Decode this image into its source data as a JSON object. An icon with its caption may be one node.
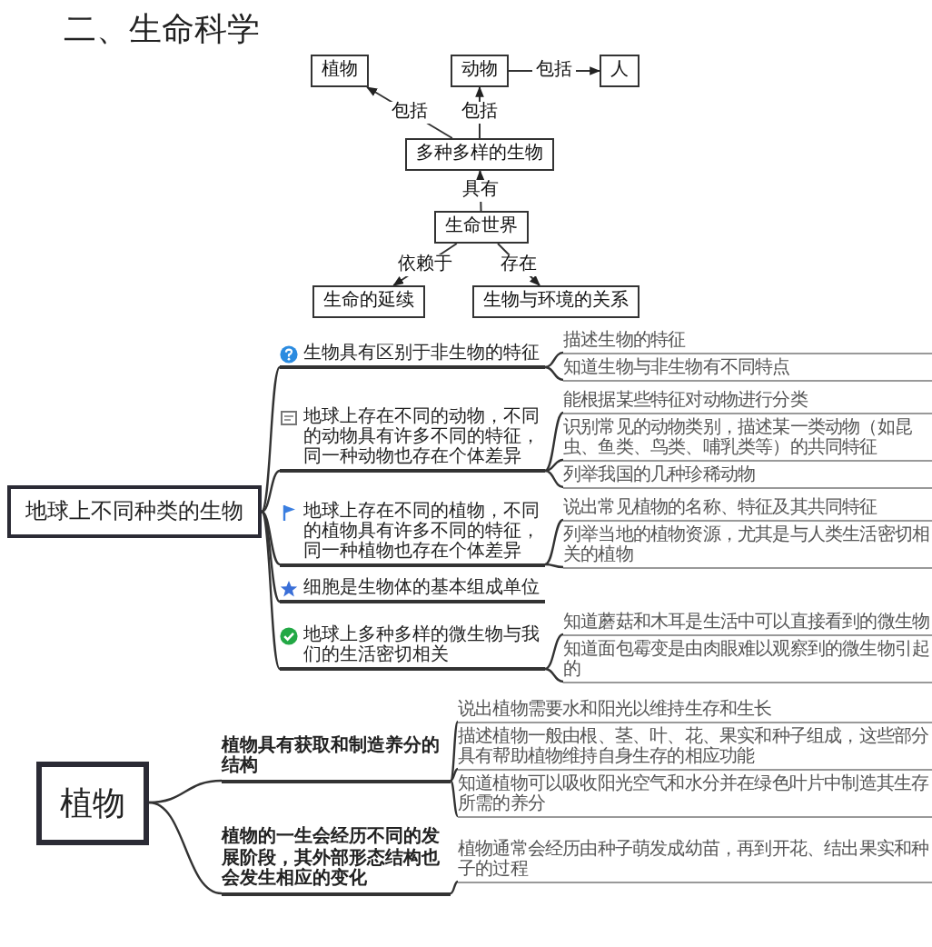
{
  "diagram": {
    "title": "二、生命科学",
    "nodes": [
      {
        "text": [
          "植物"
        ]
      },
      {
        "text": [
          "动物"
        ]
      },
      {
        "text": [
          "人"
        ]
      },
      {
        "text": [
          "多种多样的生物"
        ]
      },
      {
        "text": [
          "生命世界"
        ]
      },
      {
        "text": [
          "生命的延续"
        ]
      },
      {
        "text": [
          "生物与环境的关系"
        ]
      },
      {
        "text": [
          "地球上不同种类的生物"
        ]
      },
      {
        "text": [
          "生物具有区别于非生物的特征"
        ]
      },
      {
        "text": [
          "描述生物的特征"
        ]
      },
      {
        "text": [
          "知道生物与非生物有不同特点"
        ]
      },
      {
        "text": [
          "地球上存在不同的动物，不同的动物具有许多不同的特征，同一种动物也存在个体差异"
        ]
      },
      {
        "text": [
          "能根据某些特征对动物进行分类"
        ]
      },
      {
        "text": [
          "识别常见的动物类别，描述某一类动物（如昆虫、鱼类、鸟类、哺乳类等）的共同特征"
        ]
      },
      {
        "text": [
          "列举我国的几种珍稀动物"
        ]
      },
      {
        "text": [
          "地球上存在不同的植物，不同的植物具有许多不同的特征，同一种植物也存在个体差异"
        ]
      },
      {
        "text": [
          "说出常见植物的名称、特征及其共同特征"
        ]
      },
      {
        "text": [
          "列举当地的植物资源，尤其是与人类生活密切相关的植物"
        ]
      },
      {
        "text": [
          "细胞是生物体的基本组成单位"
        ]
      },
      {
        "text": [
          "地球上多种多样的微生物与我们的生活密切相关"
        ]
      },
      {
        "text": [
          "知道蘑菇和木耳是生活中可以直接看到的微生物"
        ]
      },
      {
        "text": [
          "知道面包霉变是由肉眼难以观察到的微生物引起的"
        ]
      },
      {
        "text": [
          "植物"
        ]
      },
      {
        "text": [
          "植物具有获取和制造养分的结构"
        ]
      },
      {
        "text": [
          "说出植物需要水和阳光以维持生存和生长"
        ]
      },
      {
        "text": [
          "描述植物一般由根、茎、叶、花、果实和种子组成，这些部分具有帮助植物维持自身生存的相应功能"
        ]
      },
      {
        "text": [
          "知道植物可以吸收阳光空气和水分并在绿色叶片中制造其生存所需的养分"
        ]
      },
      {
        "text": [
          "植物的一生会经历不同的发展阶段，其外部形态结构也会发生相应的变化"
        ]
      },
      {
        "text": [
          "植物通常会经历由种子萌发成幼苗，再到开花、结出果实和种子的过程"
        ]
      }
    ],
    "edges": [
      {
        "from": 3,
        "to": 0,
        "arrow": "to",
        "label": "包括"
      },
      {
        "from": 3,
        "to": 1,
        "arrow": "to",
        "label": "包括"
      },
      {
        "from": 1,
        "to": 2,
        "arrow": "to",
        "label": "包括"
      },
      {
        "from": 4,
        "to": 3,
        "arrow": "to",
        "label": "具有"
      },
      {
        "from": 4,
        "to": 5,
        "arrow": "to",
        "label": "依赖于"
      },
      {
        "from": 4,
        "to": 6,
        "arrow": "to",
        "label": "存在"
      },
      {
        "from": 7,
        "to": 8,
        "arrow": "none"
      },
      {
        "from": 7,
        "to": 11,
        "arrow": "none"
      },
      {
        "from": 7,
        "to": 15,
        "arrow": "none"
      },
      {
        "from": 7,
        "to": 18,
        "arrow": "none"
      },
      {
        "from": 7,
        "to": 19,
        "arrow": "none"
      },
      {
        "from": 8,
        "to": 9,
        "arrow": "none"
      },
      {
        "from": 8,
        "to": 10,
        "arrow": "none"
      },
      {
        "from": 11,
        "to": 12,
        "arrow": "none"
      },
      {
        "from": 11,
        "to": 13,
        "arrow": "none"
      },
      {
        "from": 11,
        "to": 14,
        "arrow": "none"
      },
      {
        "from": 15,
        "to": 16,
        "arrow": "none"
      },
      {
        "from": 15,
        "to": 17,
        "arrow": "none"
      },
      {
        "from": 19,
        "to": 20,
        "arrow": "none"
      },
      {
        "from": 19,
        "to": 21,
        "arrow": "none"
      },
      {
        "from": 22,
        "to": 23,
        "arrow": "none"
      },
      {
        "from": 22,
        "to": 27,
        "arrow": "none"
      },
      {
        "from": 23,
        "to": 24,
        "arrow": "none"
      },
      {
        "from": 23,
        "to": 25,
        "arrow": "none"
      },
      {
        "from": 23,
        "to": 26,
        "arrow": "none"
      },
      {
        "from": 27,
        "to": 28,
        "arrow": "none"
      }
    ]
  }
}
